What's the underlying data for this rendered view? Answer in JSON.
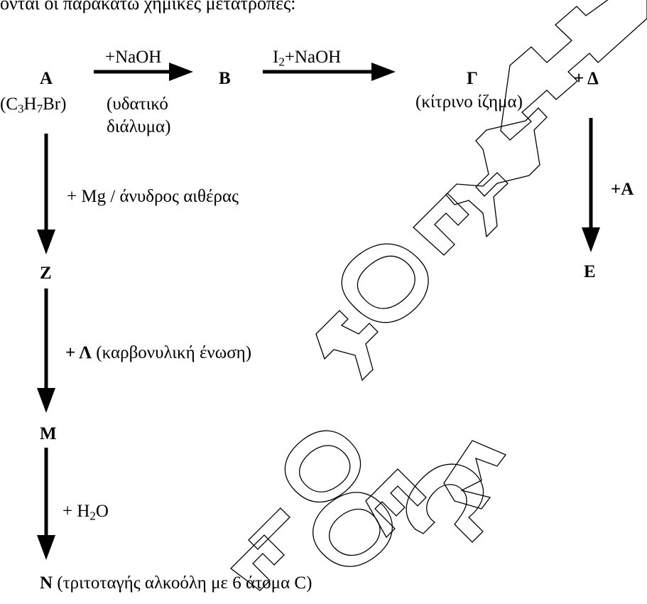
{
  "header": {
    "intro": "ονται οι παρακάτω χημικές μετατροπές:"
  },
  "watermark": {
    "text": "ΦΡΟΝΤΙΣΤΗΡΙΟ ΚΟΡΥΦΗ ΘΕΩΡΙΑ ΑΣΚΗΣΕΙΣ"
  },
  "nodes": {
    "A": {
      "label": "A",
      "formula_pre": "(C",
      "s1": "3",
      "formula_mid": "H",
      "s2": "7",
      "formula_post": "Br)"
    },
    "B": {
      "label": "B"
    },
    "G": {
      "label": "Γ",
      "note": "(κίτρινο ίζημα)"
    },
    "D": {
      "label": "+ Δ"
    },
    "E": {
      "label": "E"
    },
    "Z": {
      "label": "Z"
    },
    "M": {
      "label": "M"
    },
    "N": {
      "label": "N",
      "note": " (τριτοταγής αλκοόλη με 6 άτομα C)"
    }
  },
  "arrows": {
    "a_to_b": {
      "reagent": "+NaOH",
      "cond_line1": "(υδατικό",
      "cond_line2": "διάλυμα)"
    },
    "b_to_g": {
      "reagent_pre": "I",
      "reagent_sub": "2",
      "reagent_post": "+NaOH"
    },
    "d_to_e": {
      "reagent": "+A"
    },
    "a_to_z": {
      "reagent": "+ Mg / άνυδρος αιθέρας"
    },
    "z_to_m": {
      "reagent_bold": "+ Λ",
      "reagent_rest": " (καρβονυλική ένωση)"
    },
    "m_to_n": {
      "reagent_pre": "+ H",
      "reagent_sub": "2",
      "reagent_post": "O"
    }
  }
}
